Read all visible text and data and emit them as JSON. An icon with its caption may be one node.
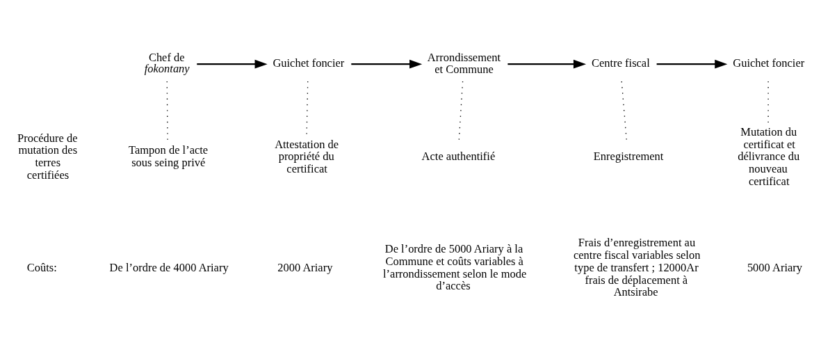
{
  "diagram": {
    "nodes": [
      {
        "text": [
          "Chef de *fokontany*"
        ]
      },
      {
        "text": [
          "Guichet foncier"
        ]
      },
      {
        "text": [
          "Arrondissement et Commune"
        ]
      },
      {
        "text": [
          "Centre fiscal"
        ]
      },
      {
        "text": [
          "Guichet foncier"
        ]
      },
      {
        "text": [
          "Tampon de l’acte sous seing privé"
        ]
      },
      {
        "text": [
          "Attestation de propriété du certificat"
        ]
      },
      {
        "text": [
          "Acte authentifié"
        ]
      },
      {
        "text": [
          "Enregistrement"
        ]
      },
      {
        "text": [
          "Mutation du certificat et délivrance du nouveau certificat"
        ]
      }
    ],
    "edges": [
      {
        "from": 0,
        "to": 1,
        "arrow": "to"
      },
      {
        "from": 1,
        "to": 2,
        "arrow": "to"
      },
      {
        "from": 2,
        "to": 3,
        "arrow": "to"
      },
      {
        "from": 3,
        "to": 4,
        "arrow": "to"
      },
      {
        "from": 0,
        "to": 5,
        "arrow": "none",
        "style": "dashed"
      },
      {
        "from": 1,
        "to": 6,
        "arrow": "none",
        "style": "dashed"
      },
      {
        "from": 2,
        "to": 7,
        "arrow": "none",
        "style": "dashed"
      },
      {
        "from": 3,
        "to": 8,
        "arrow": "none",
        "style": "dashed"
      },
      {
        "from": 4,
        "to": 9,
        "arrow": "none",
        "style": "dashed"
      }
    ],
    "labels": [
      "Procédure de mutation des terres certifiées",
      "Coûts:",
      "De l’ordre de 4000 Ariary",
      "2000 Ariary",
      "De l’ordre de 5000 Ariary à la Commune et coûts variables à l’arrondissement selon le mode d’accès",
      "Frais d’enregistrement au centre fiscal variables selon type de transfert ; 12000Ar frais de déplacement à Antsirabe",
      "5000 Ariary"
    ]
  }
}
